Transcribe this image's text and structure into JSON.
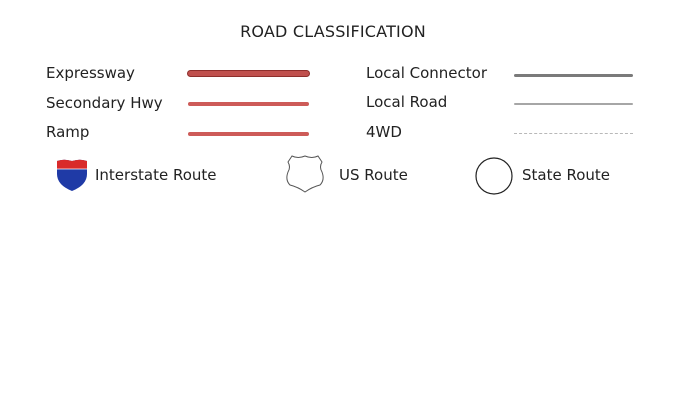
{
  "legend": {
    "title": "ROAD CLASSIFICATION",
    "roads": [
      {
        "label": "Expressway",
        "color": "#c0504d",
        "style": "solid-outlined"
      },
      {
        "label": "Secondary Hwy",
        "color": "#cd5b58",
        "style": "solid"
      },
      {
        "label": "Ramp",
        "color": "#cd5b58",
        "style": "solid"
      },
      {
        "label": "Local Connector",
        "color": "#7a7a7a",
        "style": "solid"
      },
      {
        "label": "Local Road",
        "color": "#a6a6a6",
        "style": "solid-thin"
      },
      {
        "label": "4WD",
        "color": "#b8b8b8",
        "style": "dashed"
      }
    ],
    "routes": [
      {
        "label": "Interstate Route",
        "icon": "interstate-shield-icon",
        "colors": [
          "#2a3fa8",
          "#d62a2a"
        ]
      },
      {
        "label": "US Route",
        "icon": "us-route-shield-icon"
      },
      {
        "label": "State Route",
        "icon": "state-route-circle-icon"
      }
    ]
  }
}
